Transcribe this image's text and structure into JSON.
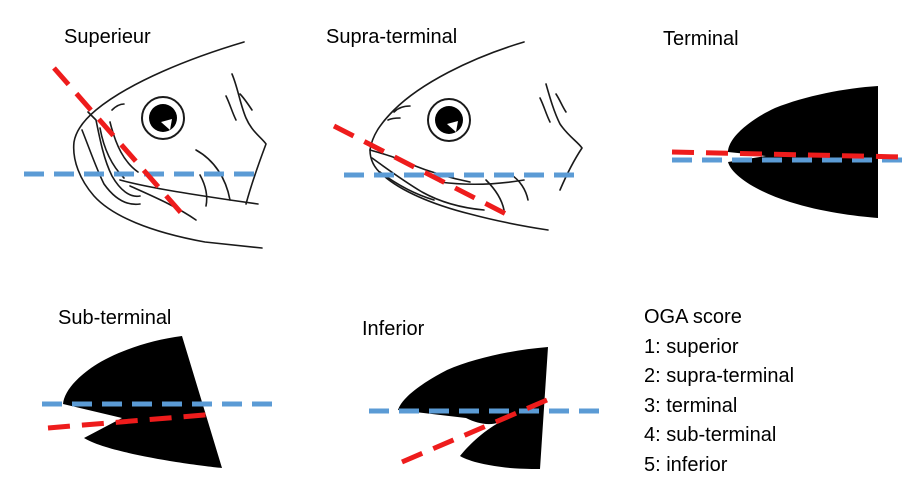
{
  "panels": {
    "superior": {
      "label": "Superieur"
    },
    "supra_terminal": {
      "label": "Supra-terminal"
    },
    "terminal": {
      "label": "Terminal"
    },
    "sub_terminal": {
      "label": "Sub-terminal"
    },
    "inferior": {
      "label": "Inferior"
    }
  },
  "legend": {
    "title": "OGA score",
    "items": [
      "1: superior",
      "2: supra-terminal",
      "3: terminal",
      "4: sub-terminal",
      "5: inferior"
    ]
  },
  "colors": {
    "reference_line": "#5b9bd5",
    "jaw_line": "#ee1c1c",
    "silhouette": "#000000",
    "sketch": "#1a1a1a"
  }
}
